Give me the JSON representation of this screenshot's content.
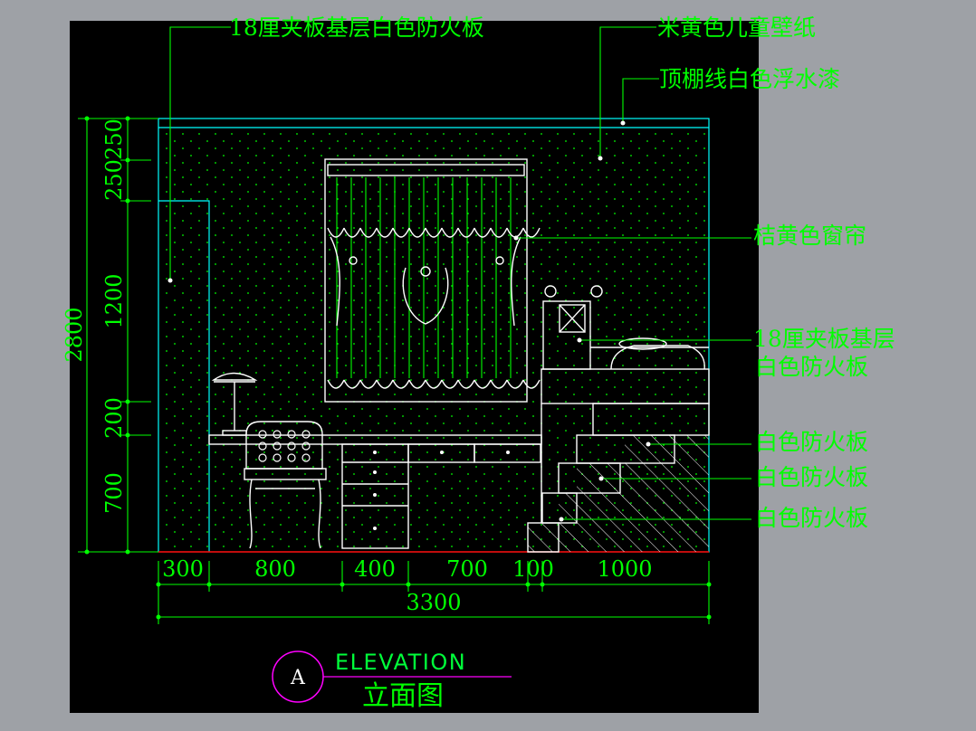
{
  "labels": {
    "plywood_top": "18厘夹板基层白色防火板",
    "wallpaper": "米黄色儿童壁纸",
    "ceiling_paint": "顶棚线白色浮水漆",
    "curtain": "桔黄色窗帘",
    "plywood_bed_line1": "18厘夹板基层",
    "plywood_bed_line2": "白色防火板",
    "step1": "白色防火板",
    "step2": "白色防火板",
    "step3": "白色防火板"
  },
  "dimensions": {
    "vertical_total": "2800",
    "vertical_segments": [
      "250",
      "250",
      "1200",
      "200",
      "700"
    ],
    "horizontal_segments": [
      "300",
      "800",
      "400",
      "700",
      "100",
      "1000"
    ],
    "horizontal_total": "3300"
  },
  "title": {
    "marker": "A",
    "english": "ELEVATION",
    "chinese": "立面图"
  },
  "colors": {
    "canvas": "#000000",
    "background": "#9ea1a6",
    "annotation": "#00ff00",
    "outline": "#00ffff",
    "furniture": "#ffffff",
    "marker": "#ff00ff",
    "floor": "#ff0000"
  }
}
